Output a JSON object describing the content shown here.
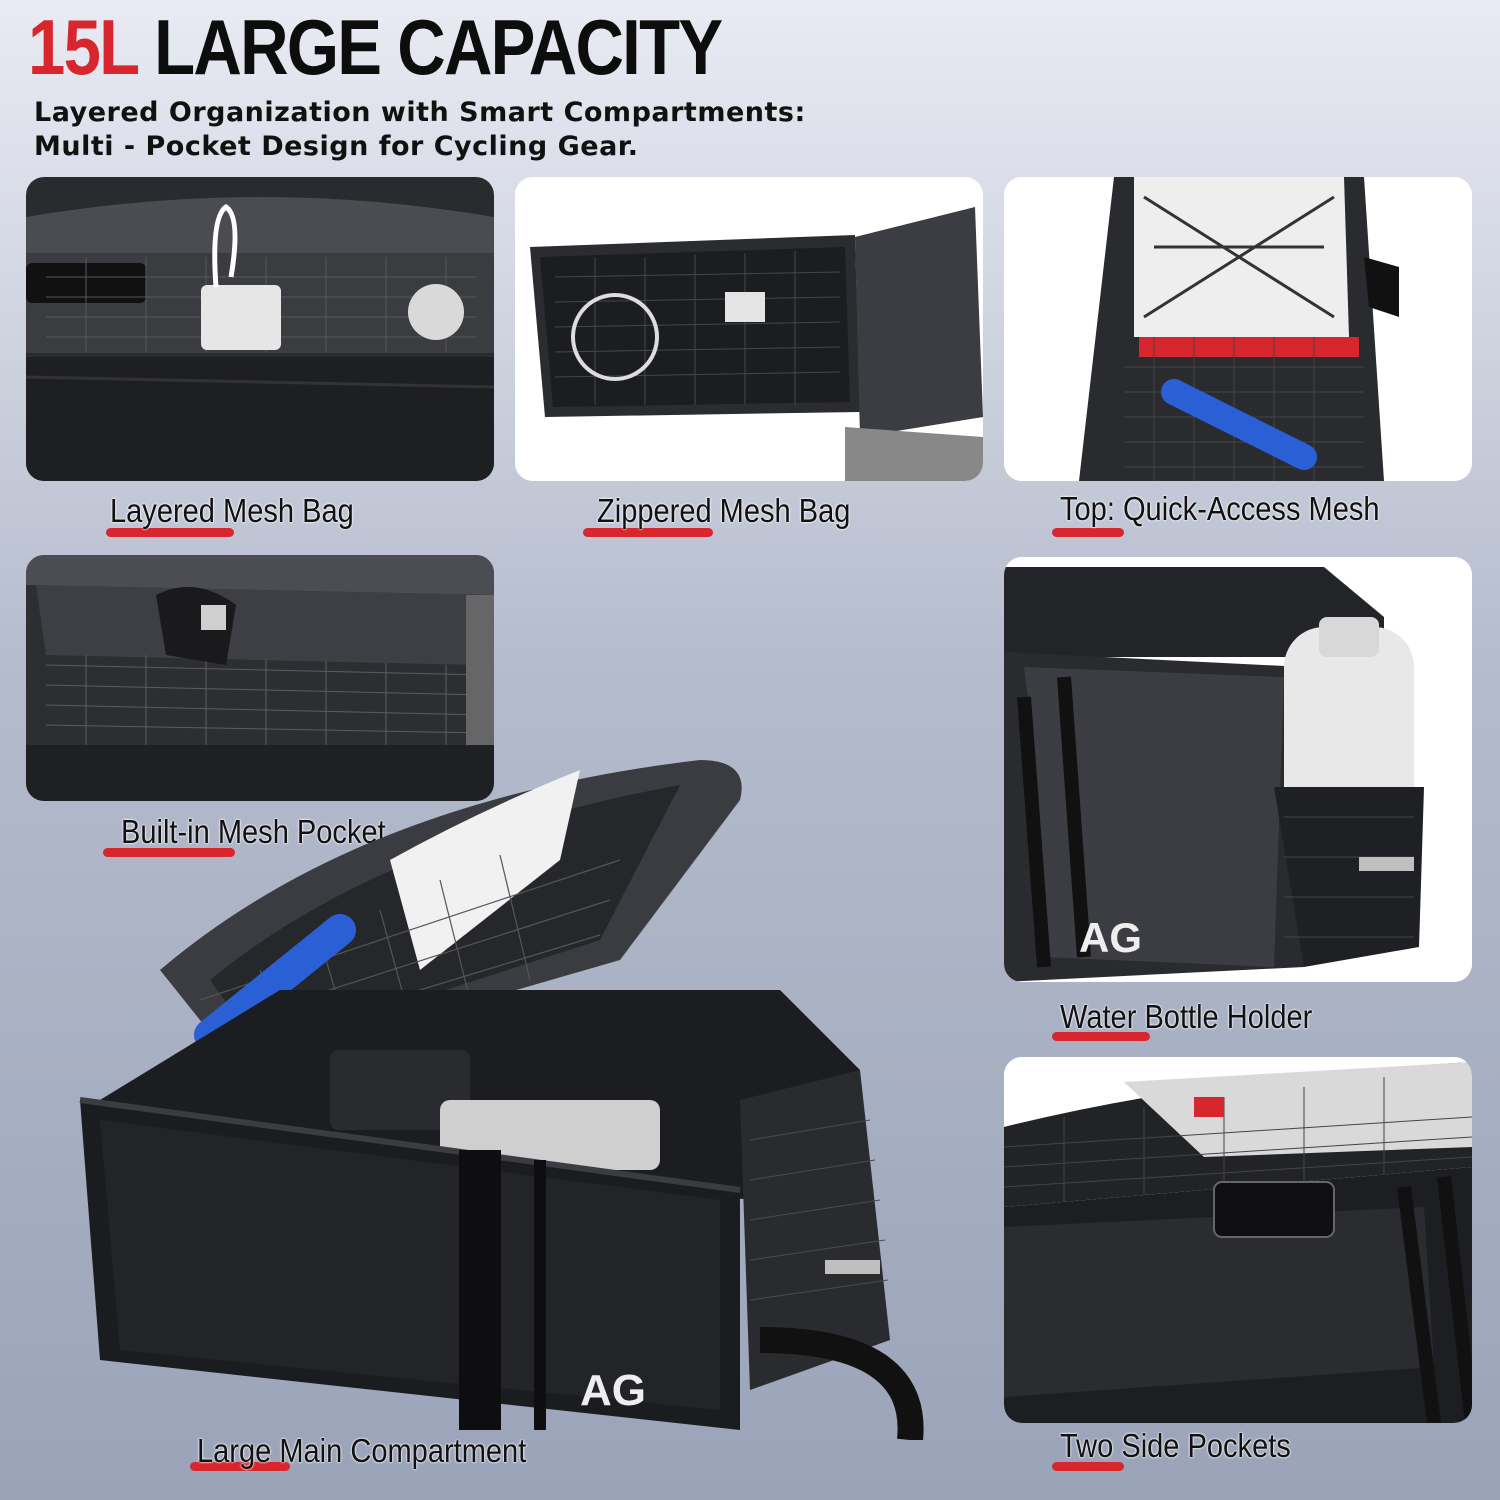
{
  "headline": {
    "accent": "15L",
    "rest": "LARGE CAPACITY"
  },
  "subheadline": {
    "line1": "Layered Organization with Smart Compartments:",
    "line2": "Multi - Pocket Design for Cycling Gear."
  },
  "panels": [
    {
      "caption": "Layered Mesh Bag"
    },
    {
      "caption": "Zippered Mesh Bag"
    },
    {
      "caption": "Top: Quick-Access Mesh"
    },
    {
      "caption": "Built-in Mesh Pocket"
    },
    {
      "caption": "Water Bottle Holder"
    },
    {
      "caption": "Two Side Pockets"
    }
  ],
  "main_caption": "Large Main Compartment",
  "brand_logo": "AG",
  "colors": {
    "accent_red": "#d7262d",
    "text_dark": "#111111",
    "bag_black": "#1b1c1f"
  }
}
